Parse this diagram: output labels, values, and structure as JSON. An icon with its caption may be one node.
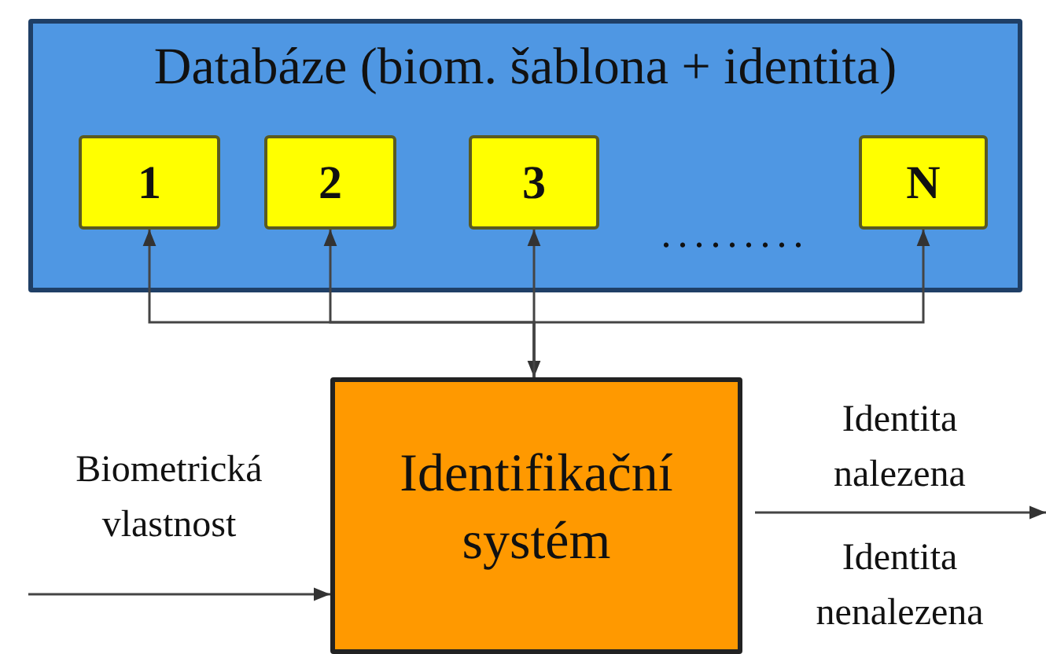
{
  "diagram": {
    "nodes": [
      {
        "text": [
          "Databáze (biom. šablona + identita)"
        ]
      },
      {
        "text": [
          "1"
        ],
        "in": 0
      },
      {
        "text": [
          "2"
        ],
        "in": 0
      },
      {
        "text": [
          "3"
        ],
        "in": 0
      },
      {
        "text": [
          "N"
        ],
        "in": 0
      },
      {
        "text": [
          "Identifikační systém"
        ]
      }
    ],
    "edges": [
      {
        "from": 5,
        "to": 1,
        "arrow": "to"
      },
      {
        "from": 5,
        "to": 2,
        "arrow": "to"
      },
      {
        "from": 3,
        "to": 5,
        "arrow": "both"
      },
      {
        "from": 5,
        "to": 4,
        "arrow": "to"
      },
      {
        "from": null,
        "to": 5,
        "arrow": "to",
        "label": "Biometrická vlastnost"
      },
      {
        "from": 5,
        "to": null,
        "arrow": "to",
        "label": "Identita nalezena"
      }
    ],
    "labels": [
      ".........",
      "Identita nenalezena"
    ]
  }
}
